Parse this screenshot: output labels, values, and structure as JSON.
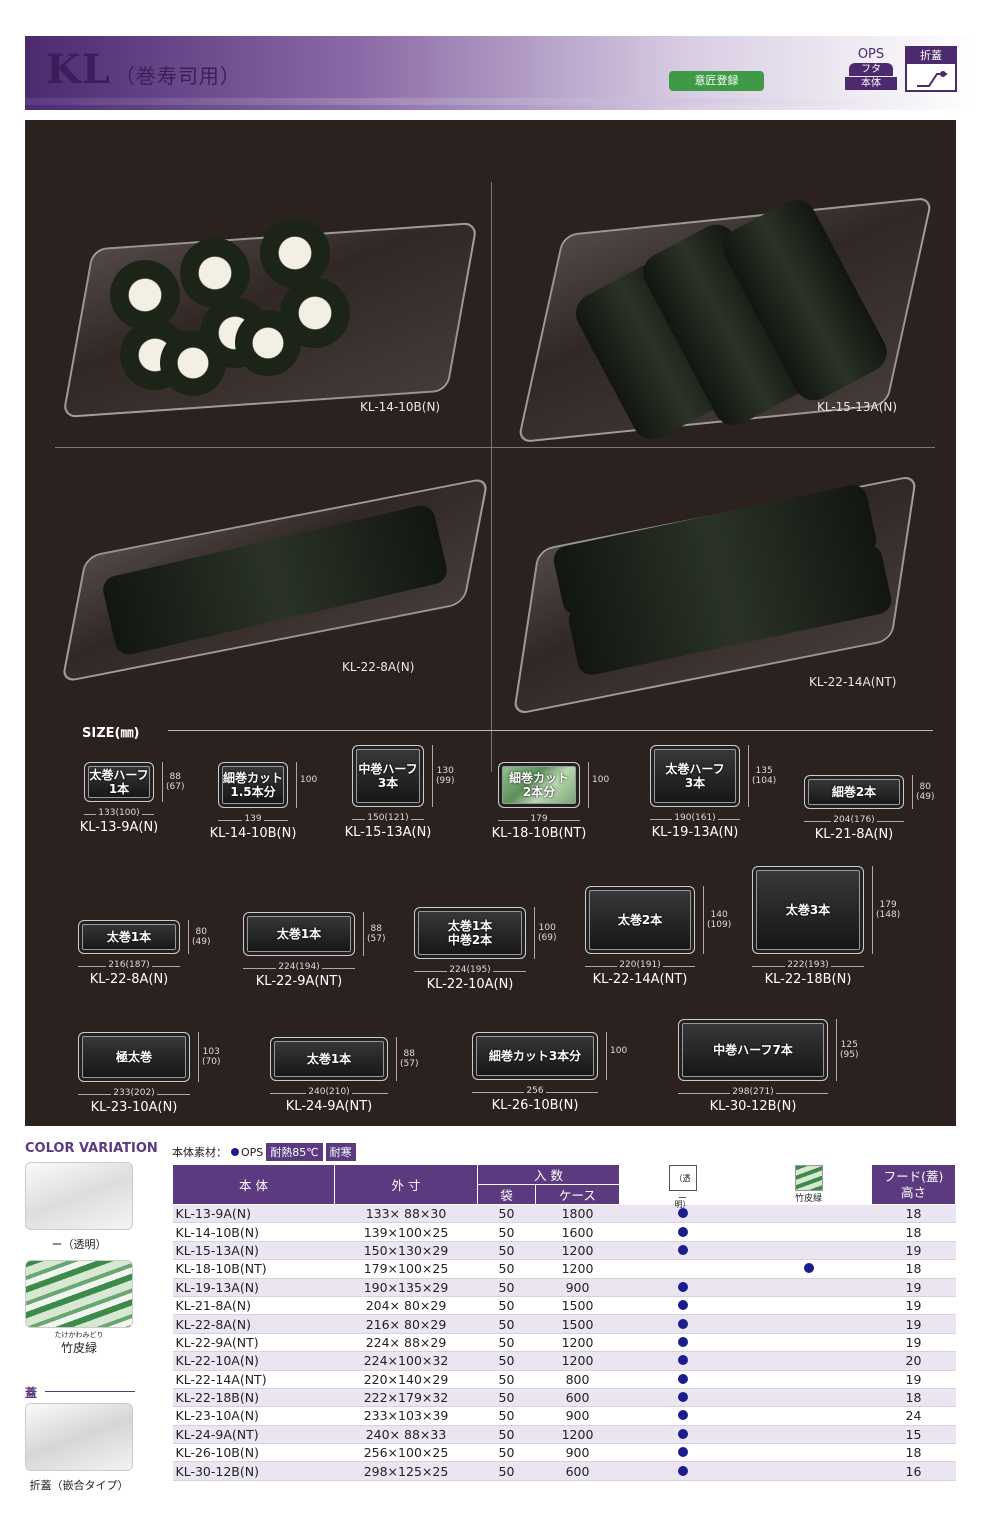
{
  "header": {
    "title": "KL",
    "subtitle": "（巻寿司用）",
    "design_badge": "意匠登録",
    "ops_label": "OPS",
    "ops_lid": "フタ",
    "ops_body": "本体",
    "fold_label": "折蓋"
  },
  "photos": [
    {
      "code": "KL-14-10B(N)"
    },
    {
      "code": "KL-15-13A(N)"
    },
    {
      "code": "KL-22-8A(N)"
    },
    {
      "code": "KL-22-14A(NT)"
    }
  ],
  "size_title": "SIZE(㎜)",
  "products": [
    {
      "code": "KL-13-9A(N)",
      "label": "太巻ハーフ\n1本",
      "width": "133(100)",
      "height": "88\n(67)",
      "green": false
    },
    {
      "code": "KL-14-10B(N)",
      "label": "細巻カット\n1.5本分",
      "width": "139",
      "height": "100",
      "green": false
    },
    {
      "code": "KL-15-13A(N)",
      "label": "中巻ハーフ\n3本",
      "width": "150(121)",
      "height": "130\n(99)",
      "green": false
    },
    {
      "code": "KL-18-10B(NT)",
      "label": "細巻カット\n2本分",
      "width": "179",
      "height": "100",
      "green": true
    },
    {
      "code": "KL-19-13A(N)",
      "label": "太巻ハーフ\n3本",
      "width": "190(161)",
      "height": "135\n(104)",
      "green": false
    },
    {
      "code": "KL-21-8A(N)",
      "label": "細巻2本",
      "width": "204(176)",
      "height": "80\n(49)",
      "green": false
    },
    {
      "code": "KL-22-8A(N)",
      "label": "太巻1本",
      "width": "216(187)",
      "height": "80\n(49)",
      "green": false
    },
    {
      "code": "KL-22-9A(NT)",
      "label": "太巻1本",
      "width": "224(194)",
      "height": "88\n(57)",
      "green": false
    },
    {
      "code": "KL-22-10A(N)",
      "label": "太巻1本\n中巻2本",
      "width": "224(195)",
      "height": "100\n(69)",
      "green": false
    },
    {
      "code": "KL-22-14A(NT)",
      "label": "太巻2本",
      "width": "220(191)",
      "height": "140\n(109)",
      "green": false
    },
    {
      "code": "KL-22-18B(N)",
      "label": "太巻3本",
      "width": "222(193)",
      "height": "179\n(148)",
      "green": false
    },
    {
      "code": "KL-23-10A(N)",
      "label": "極太巻",
      "width": "233(202)",
      "height": "103\n(70)",
      "green": false
    },
    {
      "code": "KL-24-9A(NT)",
      "label": "太巻1本",
      "width": "240(210)",
      "height": "88\n(57)",
      "green": false
    },
    {
      "code": "KL-26-10B(N)",
      "label": "細巻カット3本分",
      "width": "256",
      "height": "100",
      "green": false
    },
    {
      "code": "KL-30-12B(N)",
      "label": "中巻ハーフ7本",
      "width": "298(271)",
      "height": "125\n(95)",
      "green": false
    }
  ],
  "color_variation": {
    "title": "COLOR VARIATION",
    "items": [
      {
        "label": "ー（透明）"
      },
      {
        "label": "竹皮緑",
        "ruby": "たけかわみどり"
      }
    ],
    "lid_title": "蓋",
    "lid_label": "折蓋（嵌合タイプ）"
  },
  "material": {
    "prefix": "本体素材：",
    "ops": "OPS",
    "heat": "耐熱85℃",
    "cold": "耐寒"
  },
  "table": {
    "headers": {
      "body": "本 体",
      "size": "外 寸",
      "qty": "入 数",
      "bag": "袋",
      "case": "ケース",
      "clear_box": "（透明）",
      "clear": "ー",
      "green": "竹皮緑",
      "hood": "フード(蓋)",
      "hood2": "高さ"
    },
    "rows": [
      {
        "name": "KL-13-9A(N)",
        "size": "133× 88×30",
        "bag": "50",
        "case": "1800",
        "clear": true,
        "green": false,
        "h": "18"
      },
      {
        "name": "KL-14-10B(N)",
        "size": "139×100×25",
        "bag": "50",
        "case": "1600",
        "clear": true,
        "green": false,
        "h": "18"
      },
      {
        "name": "KL-15-13A(N)",
        "size": "150×130×29",
        "bag": "50",
        "case": "1200",
        "clear": true,
        "green": false,
        "h": "19"
      },
      {
        "name": "KL-18-10B(NT)",
        "size": "179×100×25",
        "bag": "50",
        "case": "1200",
        "clear": false,
        "green": true,
        "h": "18"
      },
      {
        "name": "KL-19-13A(N)",
        "size": "190×135×29",
        "bag": "50",
        "case": "900",
        "clear": true,
        "green": false,
        "h": "19"
      },
      {
        "name": "KL-21-8A(N)",
        "size": "204× 80×29",
        "bag": "50",
        "case": "1500",
        "clear": true,
        "green": false,
        "h": "19"
      },
      {
        "name": "KL-22-8A(N)",
        "size": "216× 80×29",
        "bag": "50",
        "case": "1500",
        "clear": true,
        "green": false,
        "h": "19"
      },
      {
        "name": "KL-22-9A(NT)",
        "size": "224× 88×29",
        "bag": "50",
        "case": "1200",
        "clear": true,
        "green": false,
        "h": "19"
      },
      {
        "name": "KL-22-10A(N)",
        "size": "224×100×32",
        "bag": "50",
        "case": "1200",
        "clear": true,
        "green": false,
        "h": "20"
      },
      {
        "name": "KL-22-14A(NT)",
        "size": "220×140×29",
        "bag": "50",
        "case": "800",
        "clear": true,
        "green": false,
        "h": "19"
      },
      {
        "name": "KL-22-18B(N)",
        "size": "222×179×32",
        "bag": "50",
        "case": "600",
        "clear": true,
        "green": false,
        "h": "18"
      },
      {
        "name": "KL-23-10A(N)",
        "size": "233×103×39",
        "bag": "50",
        "case": "900",
        "clear": true,
        "green": false,
        "h": "24"
      },
      {
        "name": "KL-24-9A(NT)",
        "size": "240× 88×33",
        "bag": "50",
        "case": "1200",
        "clear": true,
        "green": false,
        "h": "15"
      },
      {
        "name": "KL-26-10B(N)",
        "size": "256×100×25",
        "bag": "50",
        "case": "900",
        "clear": true,
        "green": false,
        "h": "18"
      },
      {
        "name": "KL-30-12B(N)",
        "size": "298×125×25",
        "bag": "50",
        "case": "600",
        "clear": true,
        "green": false,
        "h": "16"
      }
    ]
  }
}
